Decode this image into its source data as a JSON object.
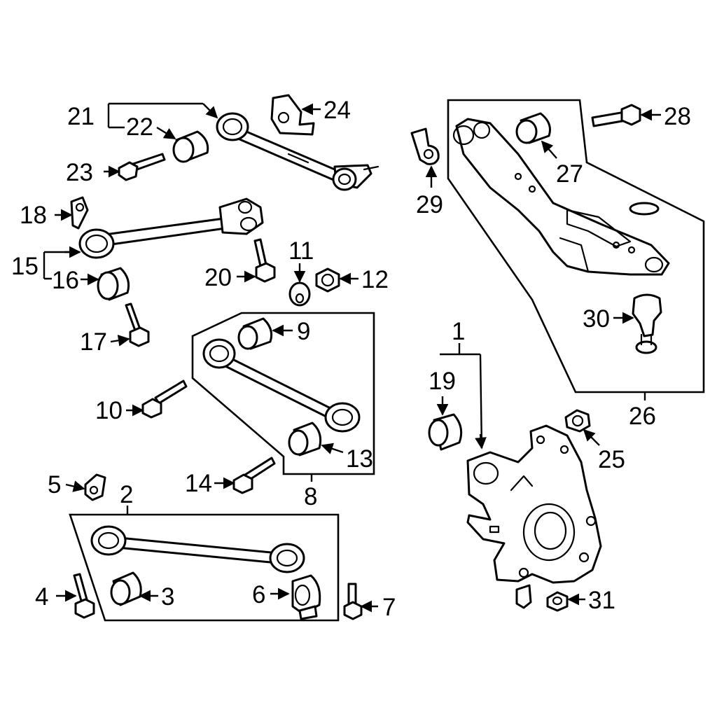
{
  "callouts": {
    "c1": "1",
    "c2": "2",
    "c3": "3",
    "c4": "4",
    "c5": "5",
    "c6": "6",
    "c7": "7",
    "c8": "8",
    "c9": "9",
    "c10": "10",
    "c11": "11",
    "c12": "12",
    "c13": "13",
    "c14": "14",
    "c15": "15",
    "c16": "16",
    "c17": "17",
    "c18": "18",
    "c19": "19",
    "c20": "20",
    "c21": "21",
    "c22": "22",
    "c23": "23",
    "c24": "24",
    "c25": "25",
    "c26": "26",
    "c27": "27",
    "c28": "28",
    "c29": "29",
    "c30": "30",
    "c31": "31"
  },
  "colors": {
    "line": "#000000",
    "background": "#ffffff"
  }
}
